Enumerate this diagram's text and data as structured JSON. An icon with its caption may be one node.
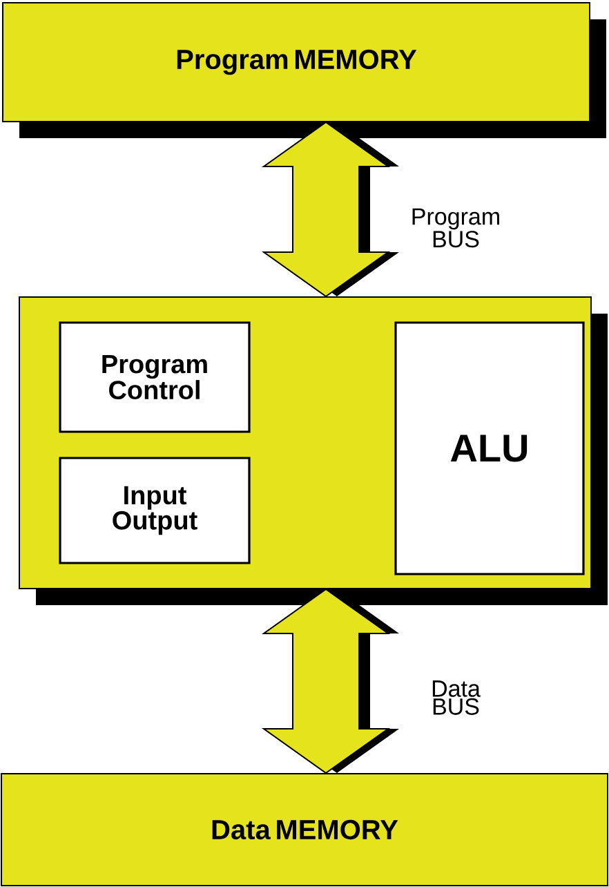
{
  "diagram": {
    "nodes": [
      {
        "text": [
          "Program MEMORY"
        ]
      },
      {
        "text": [],
        "shape": "box"
      },
      {
        "text": [
          "Program Control"
        ],
        "in": 1
      },
      {
        "text": [
          "Input Output"
        ],
        "in": 1
      },
      {
        "text": [
          "ALU"
        ],
        "in": 1
      },
      {
        "text": [
          "Data MEMORY"
        ]
      }
    ],
    "edges": [
      {
        "from": 0,
        "to": 1,
        "arrow": "both",
        "label": "Program BUS"
      },
      {
        "from": 1,
        "to": 5,
        "arrow": "both",
        "label": "Data BUS"
      }
    ]
  }
}
